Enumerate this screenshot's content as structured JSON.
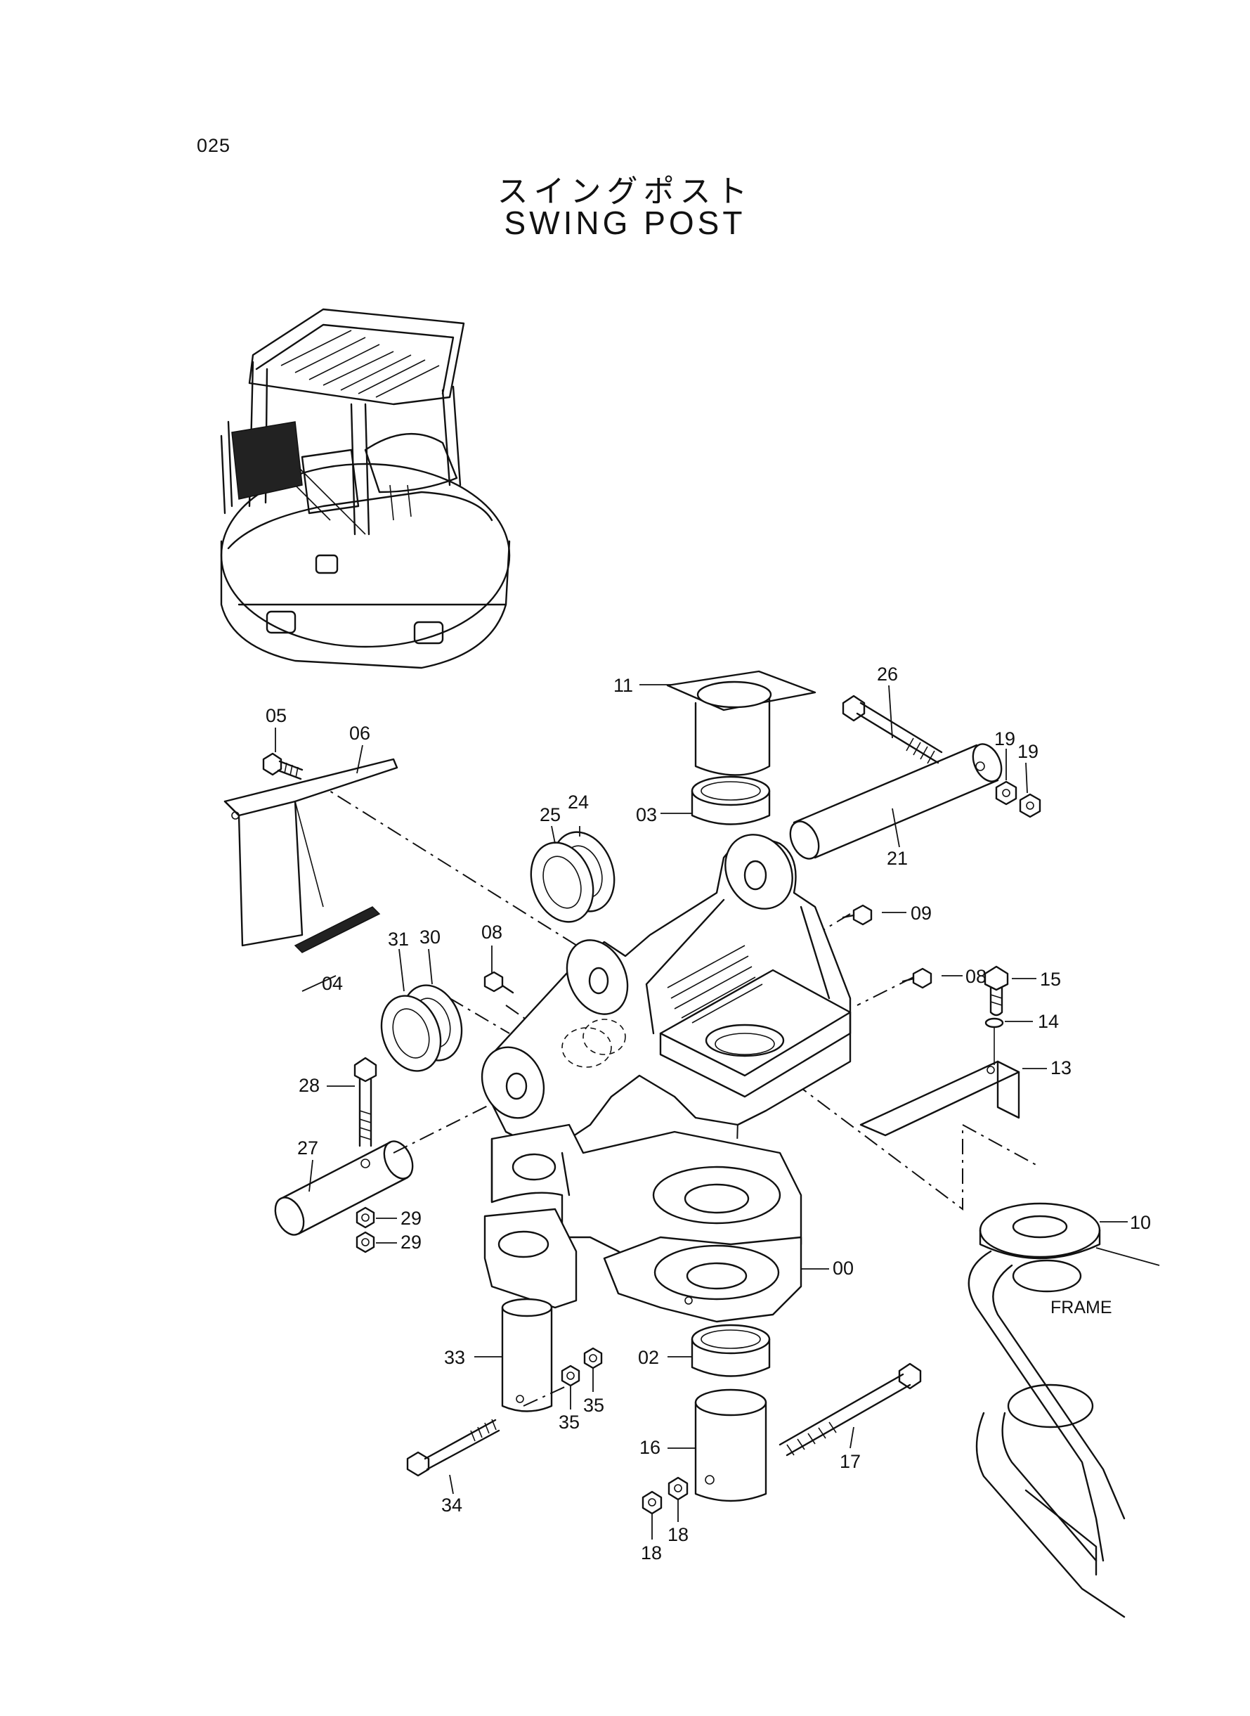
{
  "page_number": "025",
  "title_jp": "スイングポスト",
  "title_en": "SWING POST",
  "frame_label": "FRAME",
  "callouts": [
    "11",
    "26",
    "19",
    "19",
    "05",
    "06",
    "25",
    "24",
    "03",
    "21",
    "09",
    "31",
    "30",
    "08",
    "08",
    "15",
    "14",
    "04",
    "13",
    "28",
    "27",
    "29",
    "29",
    "10",
    "00",
    "33",
    "35",
    "35",
    "02",
    "34",
    "16",
    "17",
    "18",
    "18"
  ]
}
